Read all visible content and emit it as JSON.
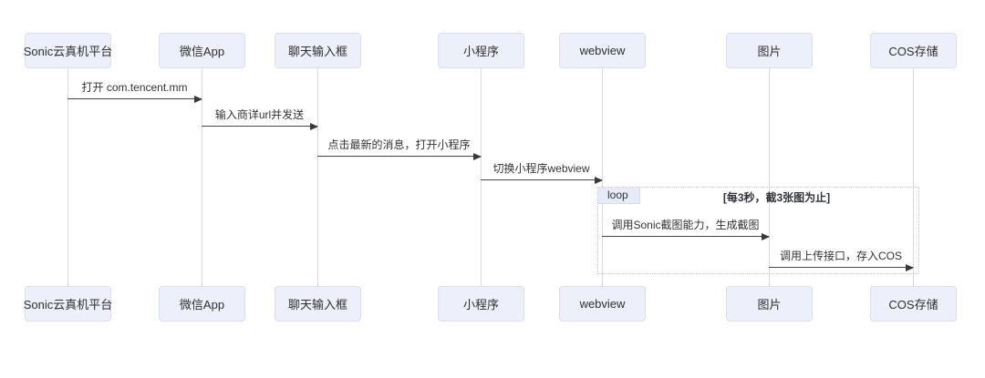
{
  "diagram": {
    "type": "sequence-diagram",
    "participants": [
      {
        "label": "Sonic云真机平台"
      },
      {
        "label": "微信App"
      },
      {
        "label": "聊天输入框"
      },
      {
        "label": "小程序"
      },
      {
        "label": "webview"
      },
      {
        "label": "图片"
      },
      {
        "label": "COS存储"
      }
    ],
    "messages": [
      {
        "from": "Sonic云真机平台",
        "to": "微信App",
        "label": "打开 com.tencent.mm",
        "in_loop": false
      },
      {
        "from": "微信App",
        "to": "聊天输入框",
        "label": "输入商详url并发送",
        "in_loop": false
      },
      {
        "from": "聊天输入框",
        "to": "小程序",
        "label": "点击最新的消息，打开小程序",
        "in_loop": false
      },
      {
        "from": "小程序",
        "to": "webview",
        "label": "切换小程序webview",
        "in_loop": false
      },
      {
        "from": "webview",
        "to": "图片",
        "label": "调用Sonic截图能力，生成截图",
        "in_loop": true
      },
      {
        "from": "图片",
        "to": "COS存储",
        "label": "调用上传接口，存入COS",
        "in_loop": true
      }
    ],
    "loop": {
      "label": "loop",
      "condition": "[每3秒，截3张图为止]"
    },
    "colors": {
      "actor_fill": "#edeffa",
      "actor_border": "#dadef1",
      "lifeline": "#d9d9e4",
      "arrow": "#38383f",
      "text": "#333333",
      "loop_label_fill": "#e7eaf8",
      "background": "#ffffff"
    }
  }
}
